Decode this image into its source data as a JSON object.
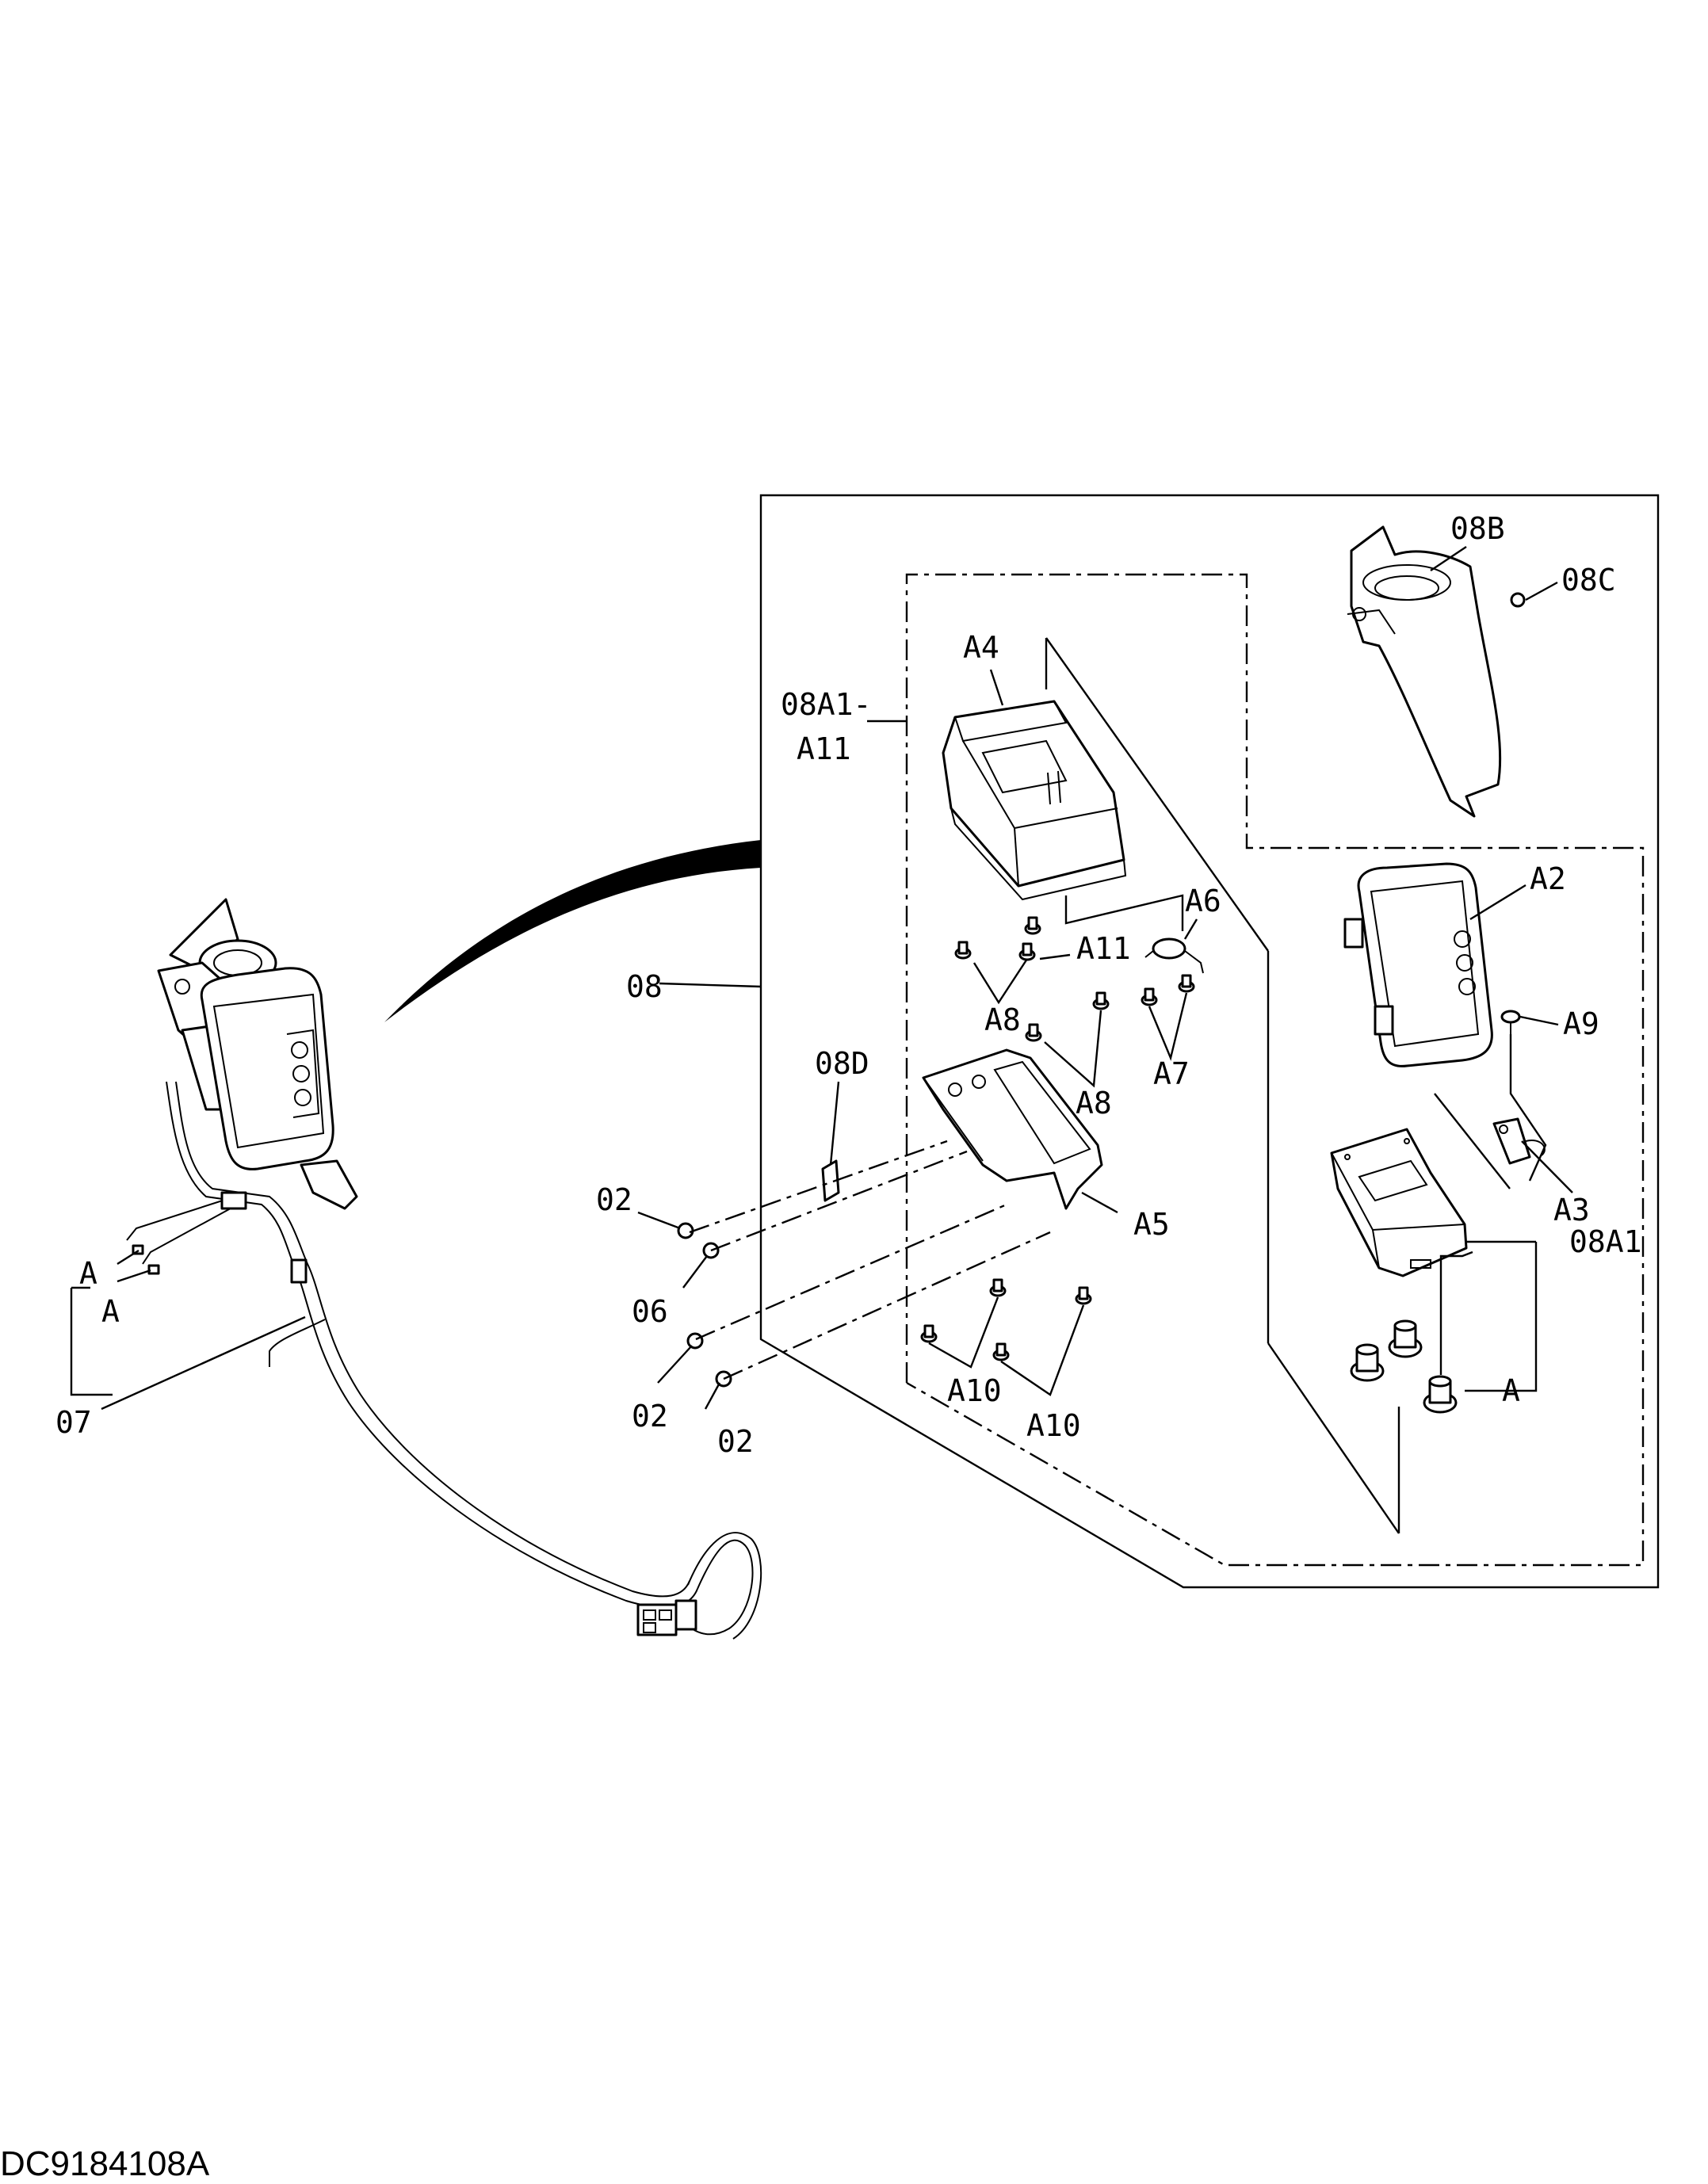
{
  "drawing_id": "DC9184108A",
  "callouts": {
    "c_08B": "08B",
    "c_08C": "08C",
    "c_08A1_range_top": "08A1-",
    "c_08A1_range_bottom": "A11",
    "c_A4": "A4",
    "c_A6": "A6",
    "c_A2": "A2",
    "c_A11": "A11",
    "c_A9": "A9",
    "c_A8_1": "A8",
    "c_A8_2": "A8",
    "c_A7": "A7",
    "c_08": "08",
    "c_08D": "08D",
    "c_A3": "A3",
    "c_02_1": "02",
    "c_A5": "A5",
    "c_08A1": "08A1",
    "c_A_1": "A",
    "c_A_2": "A",
    "c_A_3": "A",
    "c_06": "06",
    "c_A10_1": "A10",
    "c_02_2": "02",
    "c_A10_2": "A10",
    "c_07": "07",
    "c_02_3": "02"
  }
}
